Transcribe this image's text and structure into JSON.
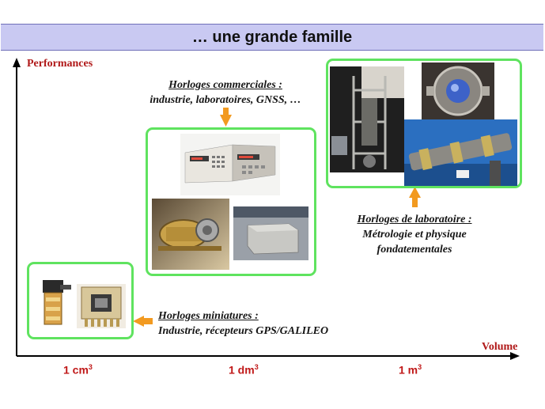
{
  "title": "… une grande famille",
  "axes": {
    "y_label": "Performances",
    "x_label": "Volume",
    "ticks": [
      {
        "value": "1 cm",
        "exp": "3"
      },
      {
        "value": "1 dm",
        "exp": "3"
      },
      {
        "value": "1 m",
        "exp": "3"
      }
    ]
  },
  "groups": {
    "miniature": {
      "heading": "Horloges miniatures :",
      "detail": "Industrie, récepteurs GPS/GALILEO"
    },
    "commercial": {
      "heading": "Horloges commerciales :",
      "detail": "industrie, laboratoires, GNSS, …"
    },
    "laboratory": {
      "heading": "Horloges de laboratoire :",
      "detail_1": "Métrologie et physique",
      "detail_2": "fondatementales"
    }
  },
  "colors": {
    "box_border": "#5fe35f",
    "arrow": "#f29a20",
    "axis_text": "#b01818",
    "title_bg": "#c9c9f2"
  }
}
